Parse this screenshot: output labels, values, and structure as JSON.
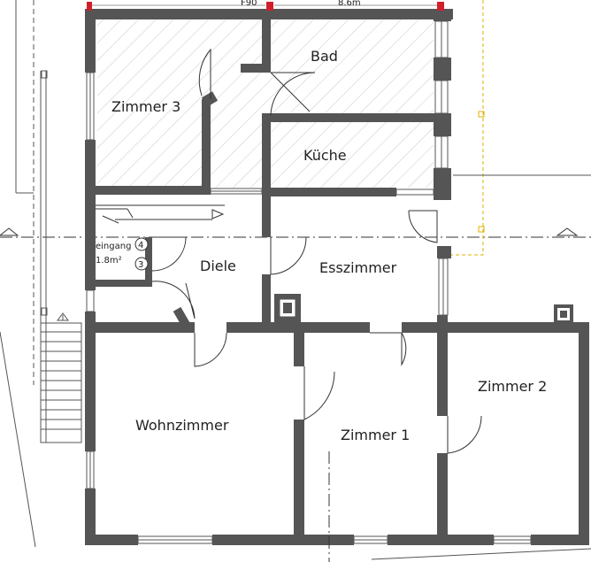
{
  "header": {
    "top_code": "F90",
    "top_dim": "8.6m"
  },
  "rooms": {
    "zimmer3": "Zimmer 3",
    "bad": "Bad",
    "kueche": "Küche",
    "diele": "Diele",
    "esszimmer": "Esszimmer",
    "wohnzimmer": "Wohnzimmer",
    "zimmer1": "Zimmer 1",
    "zimmer2": "Zimmer 2"
  },
  "entrance": {
    "label": "eingang",
    "area": "1.8m²",
    "marker_a": "4",
    "marker_b": "3"
  },
  "colors": {
    "wall": "#555555",
    "line": "#333333",
    "accent": "#e0b000",
    "red": "#d21e2b"
  }
}
